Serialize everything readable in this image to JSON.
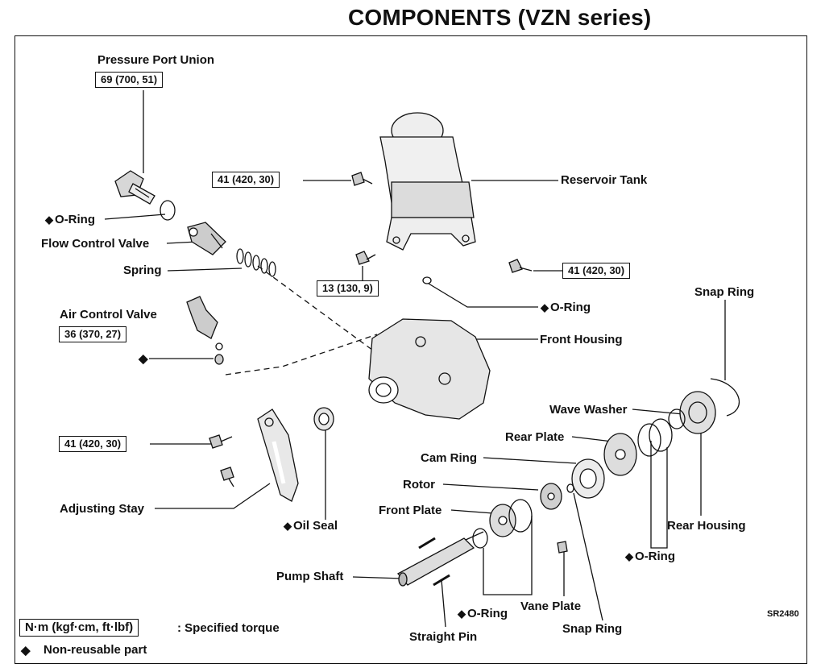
{
  "title": "COMPONENTS (VZN series)",
  "labels": {
    "pressure_port_union": "Pressure Port Union",
    "o_ring_1": "O-Ring",
    "flow_control_valve": "Flow Control Valve",
    "spring": "Spring",
    "air_control_valve": "Air Control Valve",
    "reservoir_tank": "Reservoir Tank",
    "o_ring_2": "O-Ring",
    "front_housing": "Front Housing",
    "snap_ring_top": "Snap Ring",
    "wave_washer": "Wave Washer",
    "rear_plate": "Rear Plate",
    "cam_ring": "Cam Ring",
    "rotor": "Rotor",
    "front_plate": "Front Plate",
    "adjusting_stay": "Adjusting Stay",
    "oil_seal": "Oil Seal",
    "rear_housing": "Rear Housing",
    "o_ring_3": "O-Ring",
    "pump_shaft": "Pump Shaft",
    "o_ring_4": "O-Ring",
    "vane_plate": "Vane Plate",
    "snap_ring_bottom": "Snap Ring",
    "straight_pin": "Straight Pin"
  },
  "torques": {
    "pressure_port_union": "69 (700, 51)",
    "reservoir_bolt_left": "41 (420, 30)",
    "reservoir_bolt_right": "41 (420, 30)",
    "center_bolt": "13 (130, 9)",
    "air_control_valve": "36 (370, 27)",
    "adjusting_stay_bolt": "41 (420, 30)"
  },
  "diamond": "◆",
  "figure_code": "SR2480",
  "legend": {
    "unit": "N·m (kgf·cm, ft·lbf)",
    "unit_desc": ": Specified torque",
    "non_reusable_symbol": "◆",
    "non_reusable_desc": "Non-reusable part"
  }
}
